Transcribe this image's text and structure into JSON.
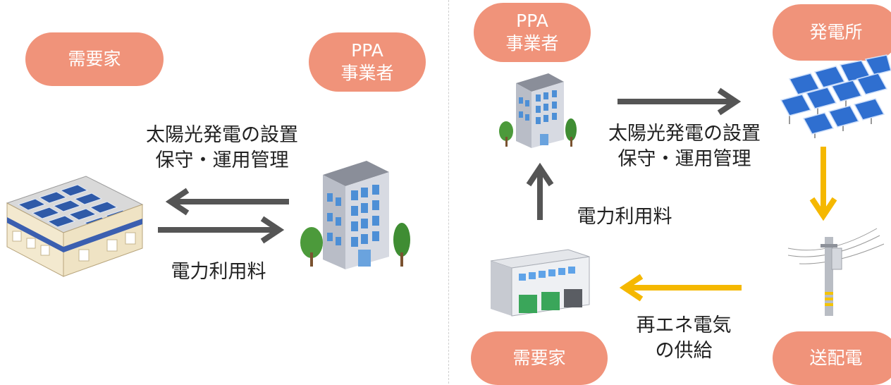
{
  "left": {
    "customer_label": "需要家",
    "ppa_label_line1": "PPA",
    "ppa_label_line2": "事業者",
    "service_label_line1": "太陽光発電の設置",
    "service_label_line2": "保守・運用管理",
    "fee_label": "電力利用料"
  },
  "right": {
    "ppa_label_line1": "PPA",
    "ppa_label_line2": "事業者",
    "plant_label": "発電所",
    "service_label_line1": "太陽光発電の設置",
    "service_label_line2": "保守・運用管理",
    "fee_label": "電力利用料",
    "supply_label_line1": "再エネ電気",
    "supply_label_line2": "の供給",
    "customer_label": "需要家",
    "grid_label": "送配電"
  },
  "colors": {
    "pill": "#f0937a",
    "gray_arrow": "#555555",
    "yellow_arrow": "#f5b800"
  }
}
